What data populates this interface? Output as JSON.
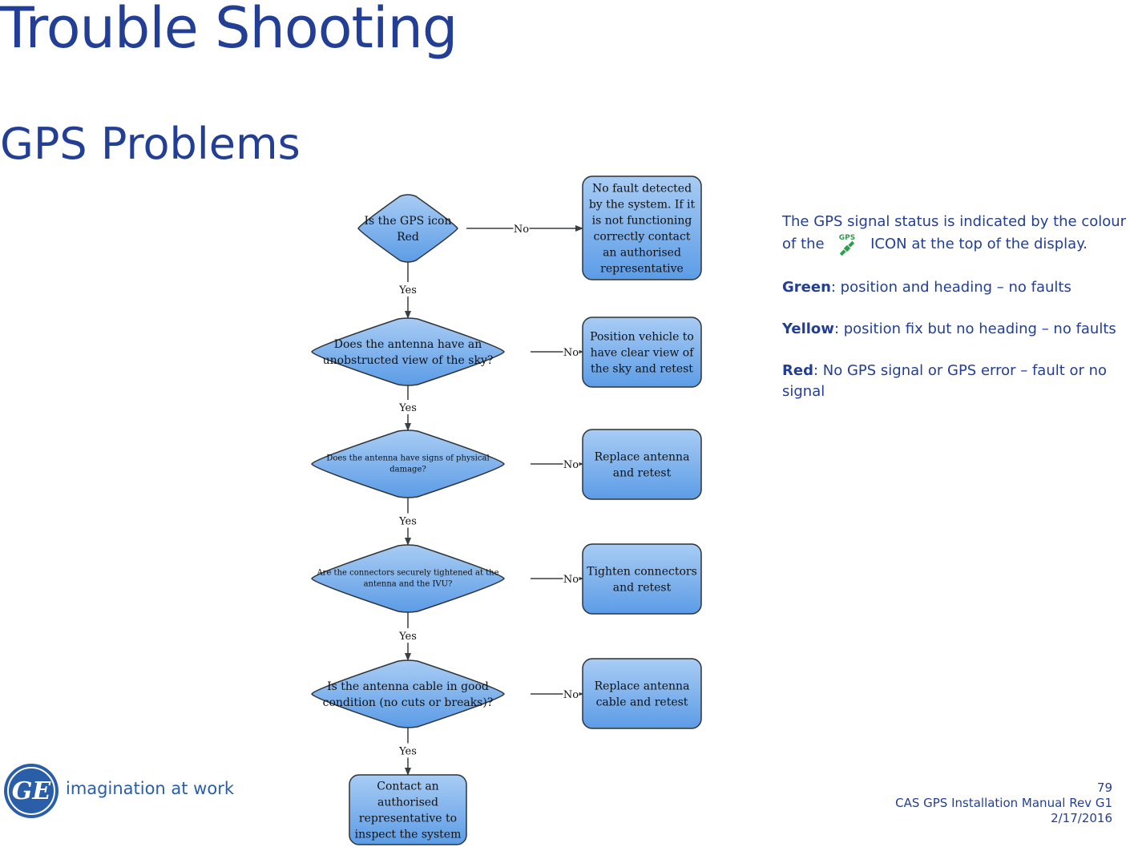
{
  "header": {
    "title": "Trouble Shooting",
    "subtitle": "GPS Problems"
  },
  "flowchart": {
    "decisions": [
      {
        "lines": [
          "Is the GPS icon",
          "Red"
        ]
      },
      {
        "lines": [
          "Does the antenna have an",
          "unobstructed view of the sky?"
        ]
      },
      {
        "lines": [
          "Does the antenna have signs of physical",
          "damage?"
        ]
      },
      {
        "lines": [
          "Are the connectors securely tightened at the",
          "antenna and the IVU?"
        ]
      },
      {
        "lines": [
          "Is the antenna cable in good",
          "condition (no cuts or breaks)?"
        ]
      }
    ],
    "outcomes": [
      {
        "lines": [
          "No fault detected",
          "by the system.  If it",
          "is not functioning",
          "correctly contact",
          "an authorised",
          "representative"
        ]
      },
      {
        "lines": [
          "Position vehicle to",
          "have clear view of",
          "the sky and retest"
        ]
      },
      {
        "lines": [
          "Replace antenna",
          "and retest"
        ]
      },
      {
        "lines": [
          "Tighten connectors",
          "and retest"
        ]
      },
      {
        "lines": [
          "Replace antenna",
          "cable and retest"
        ]
      }
    ],
    "final": {
      "lines": [
        "Contact an",
        "authorised",
        "representative to",
        "inspect the system"
      ]
    },
    "yes_label": "Yes",
    "no_label": "No"
  },
  "info": {
    "intro_before": "The GPS signal status is indicated by the colour of the",
    "intro_after": "ICON at the top of the display.",
    "icon": "gps-satellite-icon",
    "icon_text": "GPS",
    "items": [
      {
        "label": "Green",
        "text": ": position and heading – no faults"
      },
      {
        "label": "Yellow",
        "text": ": position fix but no heading – no faults"
      },
      {
        "label": "Red",
        "text": ": No GPS signal or GPS error – fault or no signal"
      }
    ]
  },
  "branding": {
    "logo_text": "GE",
    "tagline": "imagination at work"
  },
  "footer": {
    "page": "79",
    "doc": "CAS GPS Installation Manual Rev G1",
    "date": "2/17/2016"
  },
  "colors": {
    "title": "#223f95",
    "shape_fill_top": "#a8ccf4",
    "shape_fill_bottom": "#5c9ce6",
    "shape_stroke": "#2f3437",
    "logo": "#2a5ea8"
  }
}
